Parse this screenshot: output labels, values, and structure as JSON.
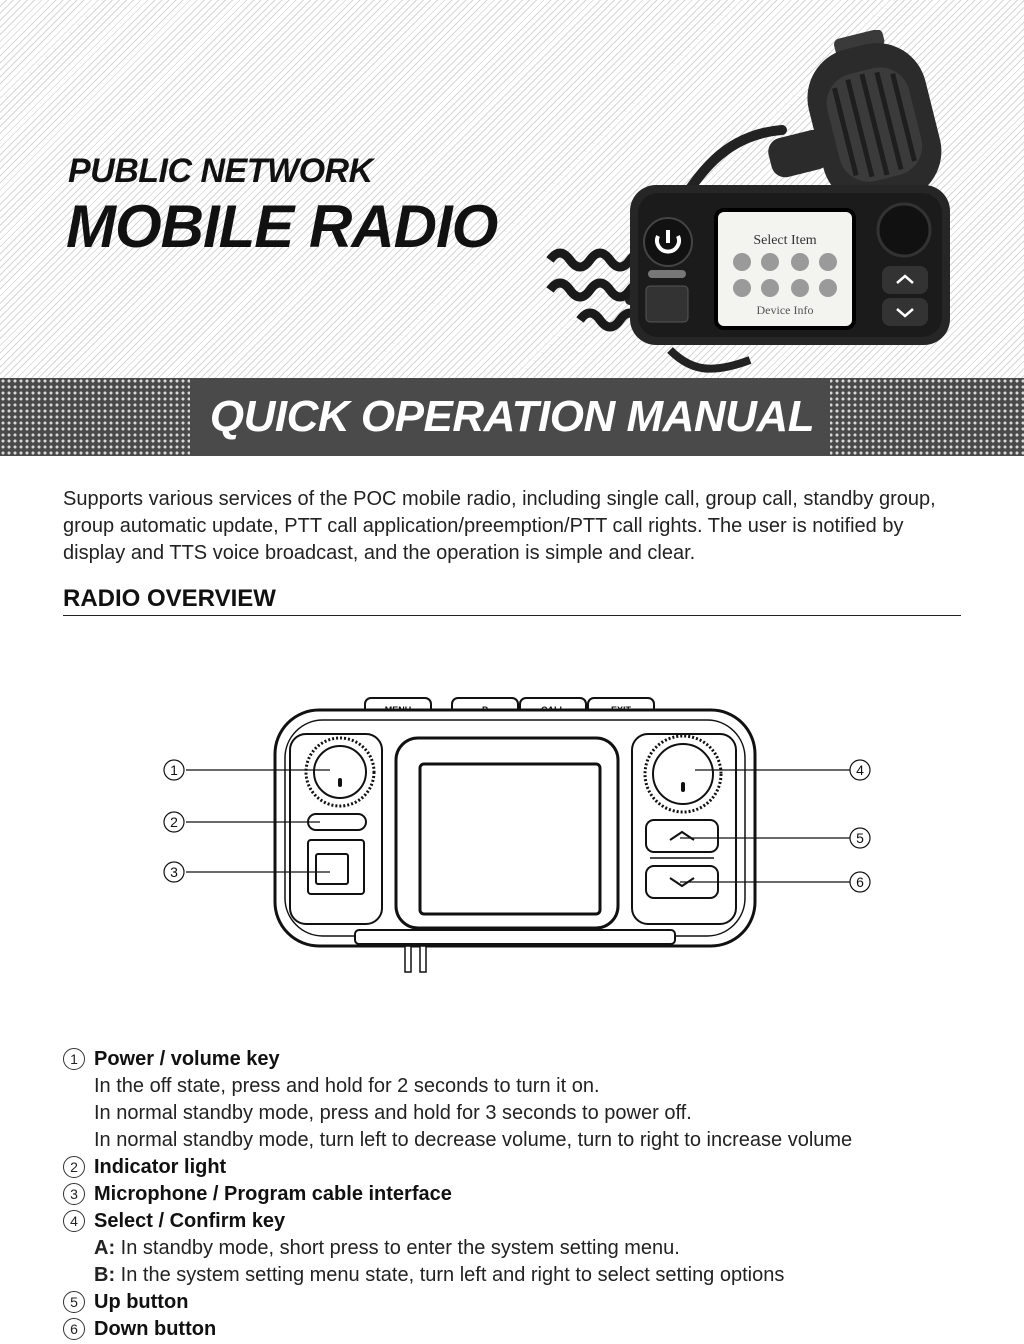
{
  "header": {
    "title_line1": "PUBLIC NETWORK",
    "title_line2": "MOBILE RADIO",
    "screen_title": "Select Item",
    "screen_footer": "Device Info"
  },
  "banner": {
    "text": "QUICK OPERATION MANUAL"
  },
  "intro": "Supports various services of the POC mobile radio, including single call, group call, standby group, group automatic update, PTT call application/preemption/PTT call rights. The user is notified by display and TTS voice broadcast, and the operation is simple and clear.",
  "overview": {
    "heading": "RADIO OVERVIEW",
    "top_buttons": [
      "MENU",
      "P",
      "CALL",
      "EXIT"
    ],
    "callouts": [
      "1",
      "2",
      "3",
      "4",
      "5",
      "6"
    ]
  },
  "features": [
    {
      "num": "1",
      "title": "Power / volume key",
      "lines": [
        {
          "prefix": "",
          "text": "In the off state, press and hold for 2 seconds to turn it on."
        },
        {
          "prefix": "",
          "text": "In normal standby mode, press and hold for 3 seconds to power off."
        },
        {
          "prefix": "",
          "text": "In normal standby mode, turn left to decrease volume, turn to right to increase volume"
        }
      ]
    },
    {
      "num": "2",
      "title": "Indicator light",
      "lines": []
    },
    {
      "num": "3",
      "title": "Microphone / Program cable interface",
      "lines": []
    },
    {
      "num": "4",
      "title": "Select / Confirm key",
      "lines": [
        {
          "prefix": "A:",
          "text": " In standby mode, short press to enter the system setting menu."
        },
        {
          "prefix": "B:",
          "text": " In the system setting menu state, turn left and right to select setting options"
        }
      ]
    },
    {
      "num": "5",
      "title": "Up button",
      "lines": []
    },
    {
      "num": "6",
      "title": "Down button",
      "lines": []
    }
  ]
}
